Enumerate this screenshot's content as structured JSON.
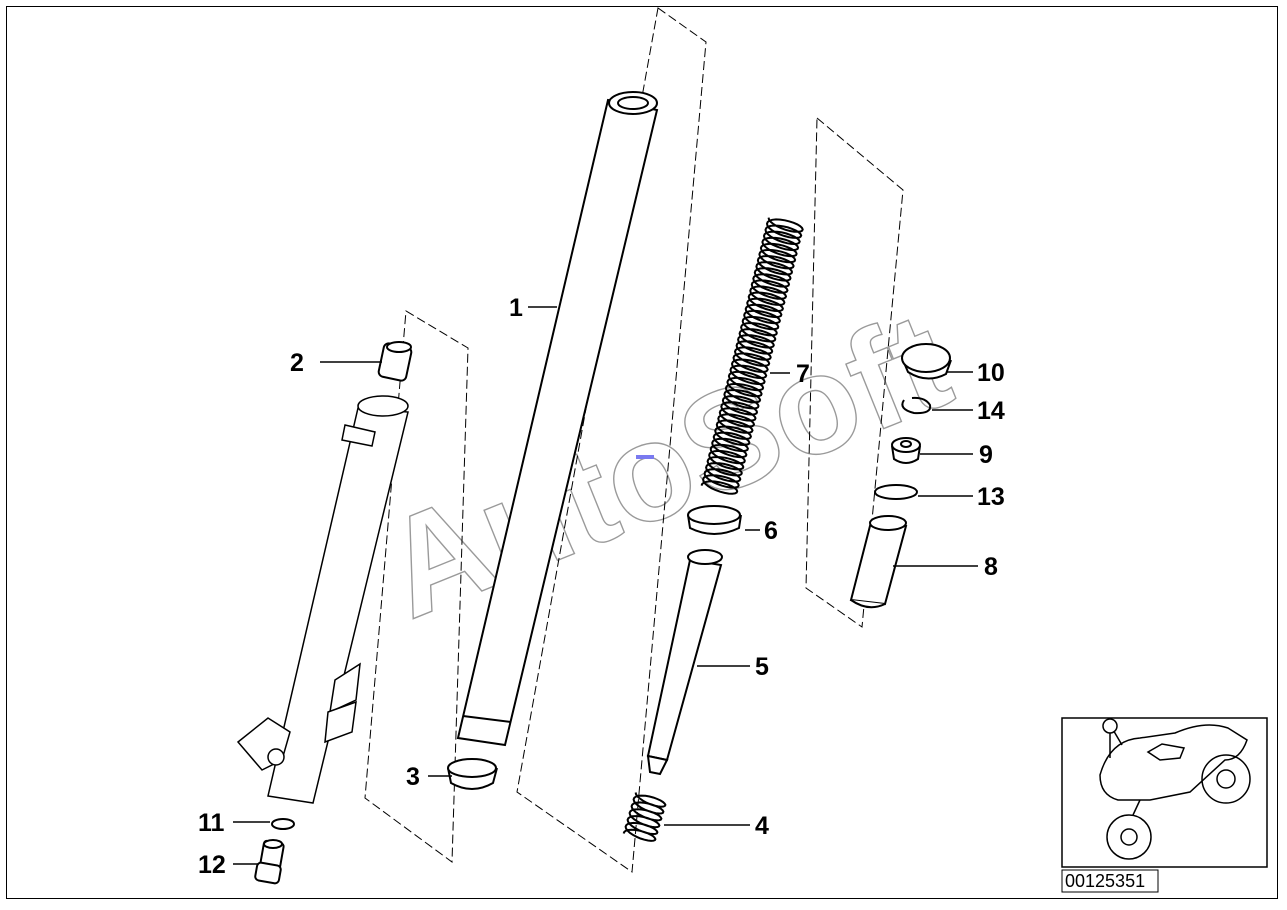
{
  "diagram": {
    "watermark": "AutoSoft",
    "diagram_code": "00125351",
    "parts": [
      {
        "number": "1"
      },
      {
        "number": "2"
      },
      {
        "number": "3"
      },
      {
        "number": "4"
      },
      {
        "number": "5"
      },
      {
        "number": "6"
      },
      {
        "number": "7"
      },
      {
        "number": "8"
      },
      {
        "number": "9"
      },
      {
        "number": "10"
      },
      {
        "number": "11"
      },
      {
        "number": "12"
      },
      {
        "number": "13"
      },
      {
        "number": "14"
      }
    ],
    "icons": [
      "motorcycle-thumbnail-icon"
    ]
  }
}
